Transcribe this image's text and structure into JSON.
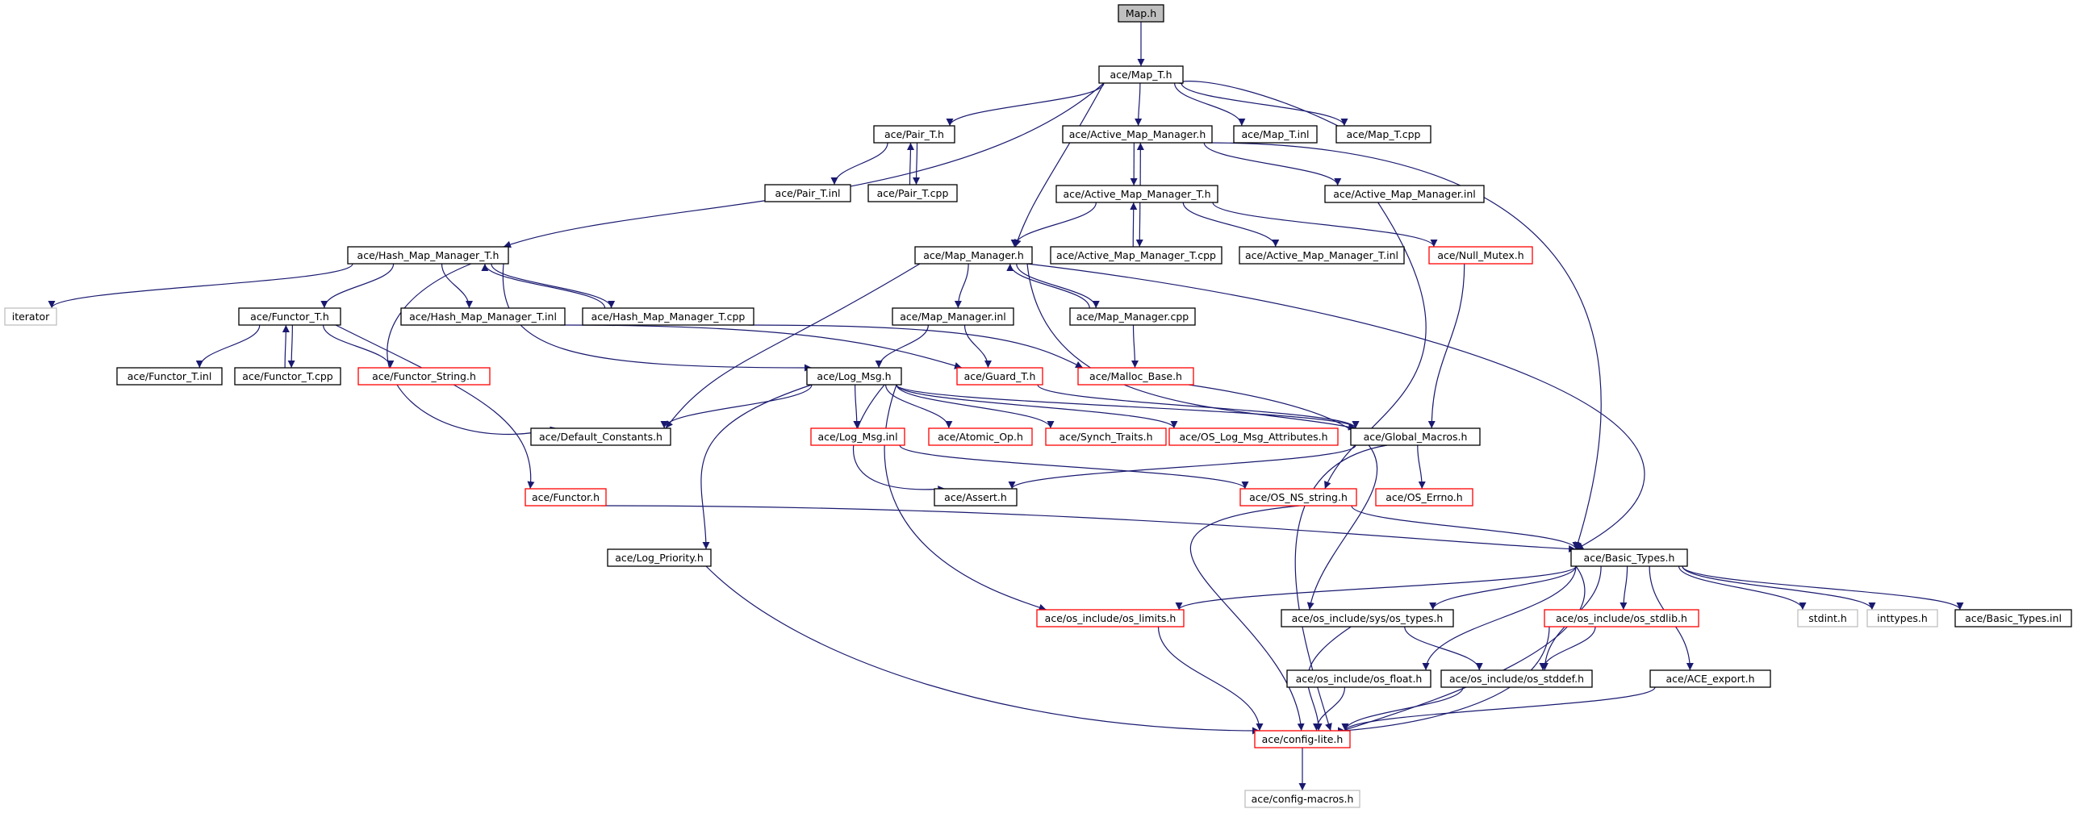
{
  "colors": {
    "edge": "#191970",
    "border_default": "#000000",
    "border_truncated": "#ff0000",
    "border_external": "#bfbfbf",
    "fill_root": "#bfbfbf",
    "fill_default": "#ffffff",
    "text": "#000000"
  },
  "nodes": [
    {
      "id": "map_h",
      "label": "Map.h",
      "kind": "root"
    },
    {
      "id": "map_t_h",
      "label": "ace/Map_T.h",
      "kind": "default"
    },
    {
      "id": "pair_t_h",
      "label": "ace/Pair_T.h",
      "kind": "default"
    },
    {
      "id": "amm_h",
      "label": "ace/Active_Map_Manager.h",
      "kind": "default"
    },
    {
      "id": "map_t_inl",
      "label": "ace/Map_T.inl",
      "kind": "default"
    },
    {
      "id": "map_t_cpp",
      "label": "ace/Map_T.cpp",
      "kind": "default"
    },
    {
      "id": "pair_t_inl",
      "label": "ace/Pair_T.inl",
      "kind": "default"
    },
    {
      "id": "pair_t_cpp",
      "label": "ace/Pair_T.cpp",
      "kind": "default"
    },
    {
      "id": "amm_t_h",
      "label": "ace/Active_Map_Manager_T.h",
      "kind": "default"
    },
    {
      "id": "amm_inl",
      "label": "ace/Active_Map_Manager.inl",
      "kind": "default"
    },
    {
      "id": "hmm_t_h",
      "label": "ace/Hash_Map_Manager_T.h",
      "kind": "default"
    },
    {
      "id": "mm_h",
      "label": "ace/Map_Manager.h",
      "kind": "default"
    },
    {
      "id": "amm_t_cpp",
      "label": "ace/Active_Map_Manager_T.cpp",
      "kind": "default"
    },
    {
      "id": "amm_t_inl",
      "label": "ace/Active_Map_Manager_T.inl",
      "kind": "default"
    },
    {
      "id": "null_mutex",
      "label": "ace/Null_Mutex.h",
      "kind": "truncated"
    },
    {
      "id": "iterator",
      "label": "iterator",
      "kind": "external"
    },
    {
      "id": "functor_t_h",
      "label": "ace/Functor_T.h",
      "kind": "default"
    },
    {
      "id": "hmm_t_inl",
      "label": "ace/Hash_Map_Manager_T.inl",
      "kind": "default"
    },
    {
      "id": "hmm_t_cpp",
      "label": "ace/Hash_Map_Manager_T.cpp",
      "kind": "default"
    },
    {
      "id": "mm_inl",
      "label": "ace/Map_Manager.inl",
      "kind": "default"
    },
    {
      "id": "mm_cpp",
      "label": "ace/Map_Manager.cpp",
      "kind": "default"
    },
    {
      "id": "functor_t_inl",
      "label": "ace/Functor_T.inl",
      "kind": "default"
    },
    {
      "id": "functor_t_cpp",
      "label": "ace/Functor_T.cpp",
      "kind": "default"
    },
    {
      "id": "functor_string",
      "label": "ace/Functor_String.h",
      "kind": "truncated"
    },
    {
      "id": "log_msg_h",
      "label": "ace/Log_Msg.h",
      "kind": "default"
    },
    {
      "id": "guard_t_h",
      "label": "ace/Guard_T.h",
      "kind": "truncated"
    },
    {
      "id": "malloc_base",
      "label": "ace/Malloc_Base.h",
      "kind": "truncated"
    },
    {
      "id": "default_const",
      "label": "ace/Default_Constants.h",
      "kind": "default"
    },
    {
      "id": "log_msg_inl",
      "label": "ace/Log_Msg.inl",
      "kind": "truncated"
    },
    {
      "id": "atomic_op",
      "label": "ace/Atomic_Op.h",
      "kind": "truncated"
    },
    {
      "id": "synch_traits",
      "label": "ace/Synch_Traits.h",
      "kind": "truncated"
    },
    {
      "id": "os_log_attr",
      "label": "ace/OS_Log_Msg_Attributes.h",
      "kind": "truncated"
    },
    {
      "id": "global_macros",
      "label": "ace/Global_Macros.h",
      "kind": "default"
    },
    {
      "id": "functor_h",
      "label": "ace/Functor.h",
      "kind": "truncated"
    },
    {
      "id": "assert_h",
      "label": "ace/Assert.h",
      "kind": "default"
    },
    {
      "id": "os_ns_string",
      "label": "ace/OS_NS_string.h",
      "kind": "truncated"
    },
    {
      "id": "os_errno",
      "label": "ace/OS_Errno.h",
      "kind": "truncated"
    },
    {
      "id": "log_priority",
      "label": "ace/Log_Priority.h",
      "kind": "default"
    },
    {
      "id": "basic_types_h",
      "label": "ace/Basic_Types.h",
      "kind": "default"
    },
    {
      "id": "os_limits",
      "label": "ace/os_include/os_limits.h",
      "kind": "truncated"
    },
    {
      "id": "os_sys_types",
      "label": "ace/os_include/sys/os_types.h",
      "kind": "default"
    },
    {
      "id": "os_stdlib",
      "label": "ace/os_include/os_stdlib.h",
      "kind": "truncated"
    },
    {
      "id": "stdint",
      "label": "stdint.h",
      "kind": "external"
    },
    {
      "id": "inttypes",
      "label": "inttypes.h",
      "kind": "external"
    },
    {
      "id": "basic_types_inl",
      "label": "ace/Basic_Types.inl",
      "kind": "default"
    },
    {
      "id": "os_float",
      "label": "ace/os_include/os_float.h",
      "kind": "default"
    },
    {
      "id": "os_stddef",
      "label": "ace/os_include/os_stddef.h",
      "kind": "default"
    },
    {
      "id": "ace_export",
      "label": "ace/ACE_export.h",
      "kind": "default"
    },
    {
      "id": "config_lite",
      "label": "ace/config-lite.h",
      "kind": "truncated"
    },
    {
      "id": "config_macros",
      "label": "ace/config-macros.h",
      "kind": "external"
    }
  ],
  "edges": [
    [
      "map_h",
      "map_t_h"
    ],
    [
      "map_t_h",
      "pair_t_h"
    ],
    [
      "map_t_h",
      "amm_h"
    ],
    [
      "map_t_h",
      "map_t_inl"
    ],
    [
      "map_t_h",
      "map_t_cpp"
    ],
    [
      "map_t_cpp",
      "map_t_h"
    ],
    [
      "map_t_h",
      "hmm_t_h"
    ],
    [
      "map_t_h",
      "mm_h"
    ],
    [
      "pair_t_h",
      "pair_t_inl"
    ],
    [
      "pair_t_h",
      "pair_t_cpp"
    ],
    [
      "pair_t_cpp",
      "pair_t_h"
    ],
    [
      "amm_h",
      "amm_t_h"
    ],
    [
      "amm_t_h",
      "amm_h"
    ],
    [
      "amm_h",
      "amm_inl"
    ],
    [
      "amm_h",
      "basic_types_h"
    ],
    [
      "amm_inl",
      "os_ns_string"
    ],
    [
      "amm_t_h",
      "mm_h"
    ],
    [
      "amm_t_h",
      "amm_t_cpp"
    ],
    [
      "amm_t_cpp",
      "amm_t_h"
    ],
    [
      "amm_t_h",
      "amm_t_inl"
    ],
    [
      "amm_t_h",
      "null_mutex"
    ],
    [
      "null_mutex",
      "global_macros"
    ],
    [
      "hmm_t_h",
      "iterator"
    ],
    [
      "hmm_t_h",
      "functor_t_h"
    ],
    [
      "hmm_t_h",
      "hmm_t_inl"
    ],
    [
      "hmm_t_h",
      "hmm_t_cpp"
    ],
    [
      "hmm_t_cpp",
      "hmm_t_h"
    ],
    [
      "hmm_t_h",
      "default_const"
    ],
    [
      "hmm_t_h",
      "log_msg_h"
    ],
    [
      "hmm_t_inl",
      "guard_t_h"
    ],
    [
      "hmm_t_cpp",
      "malloc_base"
    ],
    [
      "functor_t_h",
      "functor_t_inl"
    ],
    [
      "functor_t_h",
      "functor_t_cpp"
    ],
    [
      "functor_t_cpp",
      "functor_t_h"
    ],
    [
      "functor_t_h",
      "functor_string"
    ],
    [
      "functor_t_h",
      "functor_h"
    ],
    [
      "mm_h",
      "mm_inl"
    ],
    [
      "mm_h",
      "mm_cpp"
    ],
    [
      "mm_cpp",
      "mm_h"
    ],
    [
      "mm_h",
      "default_const"
    ],
    [
      "mm_h",
      "global_macros"
    ],
    [
      "mm_h",
      "basic_types_h"
    ],
    [
      "mm_inl",
      "log_msg_h"
    ],
    [
      "mm_inl",
      "guard_t_h"
    ],
    [
      "mm_cpp",
      "malloc_base"
    ],
    [
      "log_msg_h",
      "default_const"
    ],
    [
      "log_msg_h",
      "log_msg_inl"
    ],
    [
      "log_msg_h",
      "atomic_op"
    ],
    [
      "log_msg_h",
      "synch_traits"
    ],
    [
      "log_msg_h",
      "os_log_attr"
    ],
    [
      "log_msg_h",
      "global_macros"
    ],
    [
      "log_msg_h",
      "assert_h"
    ],
    [
      "log_msg_h",
      "log_priority"
    ],
    [
      "log_msg_h",
      "os_limits"
    ],
    [
      "guard_t_h",
      "global_macros"
    ],
    [
      "malloc_base",
      "os_sys_types"
    ],
    [
      "log_msg_inl",
      "os_ns_string"
    ],
    [
      "global_macros",
      "assert_h"
    ],
    [
      "global_macros",
      "os_errno"
    ],
    [
      "global_macros",
      "config_lite"
    ],
    [
      "functor_h",
      "basic_types_h"
    ],
    [
      "os_ns_string",
      "basic_types_h"
    ],
    [
      "os_ns_string",
      "config_lite"
    ],
    [
      "log_priority",
      "config_lite"
    ],
    [
      "basic_types_h",
      "os_limits"
    ],
    [
      "basic_types_h",
      "os_sys_types"
    ],
    [
      "basic_types_h",
      "os_stdlib"
    ],
    [
      "basic_types_h",
      "stdint"
    ],
    [
      "basic_types_h",
      "inttypes"
    ],
    [
      "basic_types_h",
      "basic_types_inl"
    ],
    [
      "basic_types_h",
      "os_float"
    ],
    [
      "basic_types_h",
      "os_stddef"
    ],
    [
      "basic_types_h",
      "ace_export"
    ],
    [
      "basic_types_h",
      "config_lite"
    ],
    [
      "os_limits",
      "config_lite"
    ],
    [
      "os_sys_types",
      "os_stddef"
    ],
    [
      "os_sys_types",
      "config_lite"
    ],
    [
      "os_stdlib",
      "os_stddef"
    ],
    [
      "os_stdlib",
      "config_lite"
    ],
    [
      "os_float",
      "config_lite"
    ],
    [
      "os_stddef",
      "config_lite"
    ],
    [
      "ace_export",
      "config_lite"
    ],
    [
      "config_lite",
      "config_macros"
    ]
  ]
}
